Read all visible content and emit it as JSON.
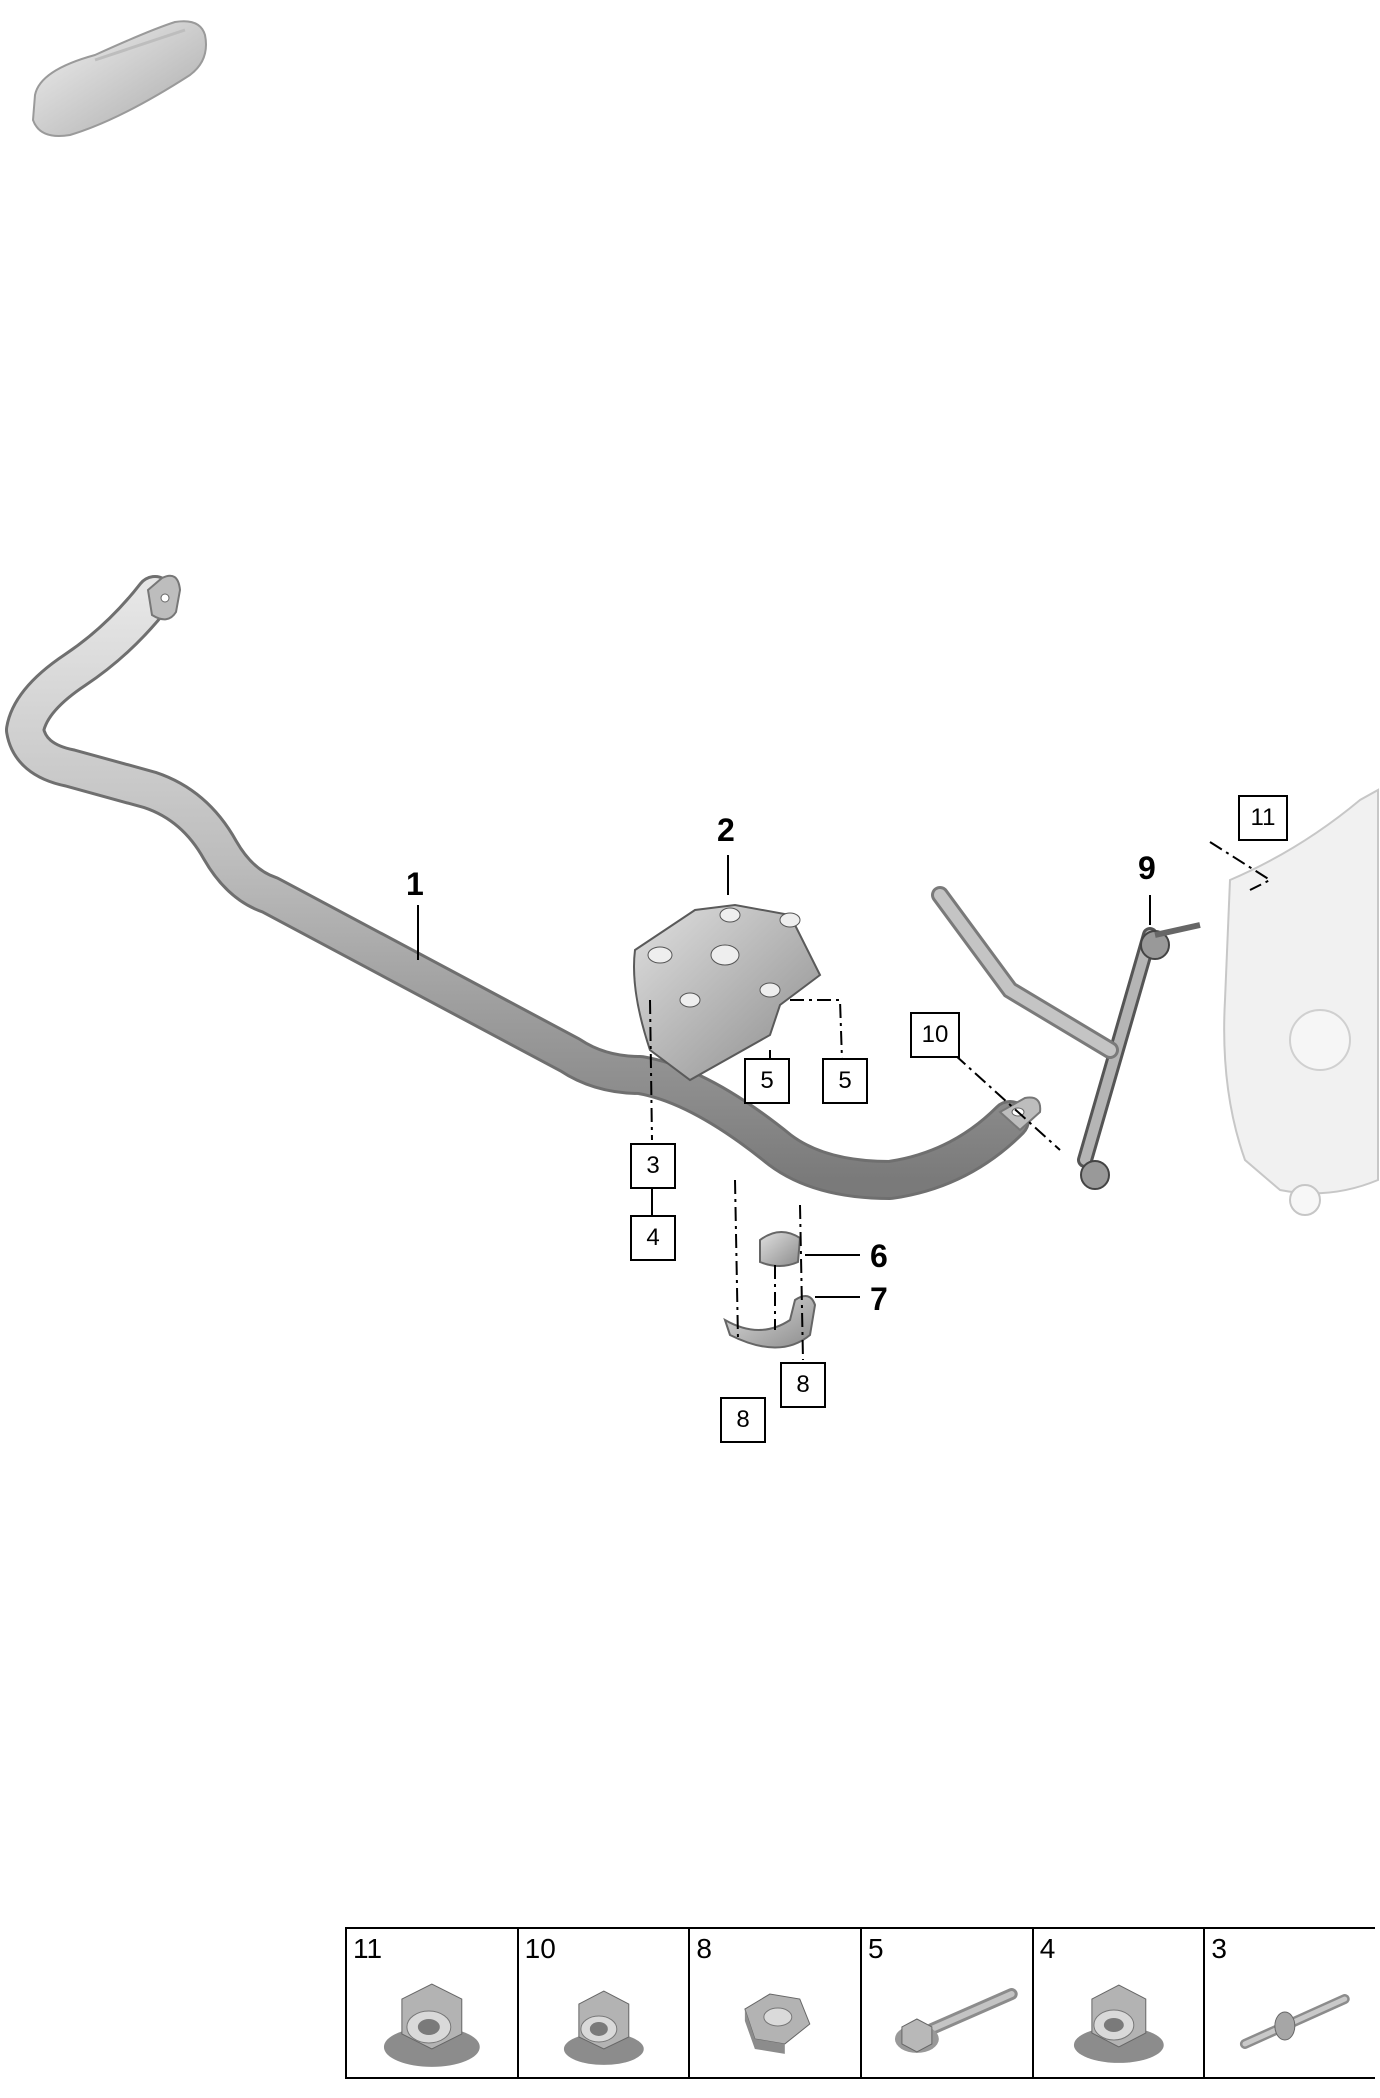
{
  "callouts_bold": [
    "1",
    "2",
    "6",
    "7",
    "9"
  ],
  "callouts_boxed": [
    "3",
    "4",
    "5",
    "5",
    "8",
    "8",
    "10",
    "11"
  ],
  "legend": [
    {
      "number": "11",
      "icon": "flange-nut-icon"
    },
    {
      "number": "10",
      "icon": "flange-nut-icon"
    },
    {
      "number": "8",
      "icon": "hex-nut-icon"
    },
    {
      "number": "5",
      "icon": "flange-bolt-icon"
    },
    {
      "number": "4",
      "icon": "flange-nut-icon"
    },
    {
      "number": "3",
      "icon": "stud-bolt-icon"
    }
  ],
  "colors": {
    "part_fill": "#c9c9c9",
    "part_shade": "#8a8a8a",
    "line": "#000000"
  }
}
